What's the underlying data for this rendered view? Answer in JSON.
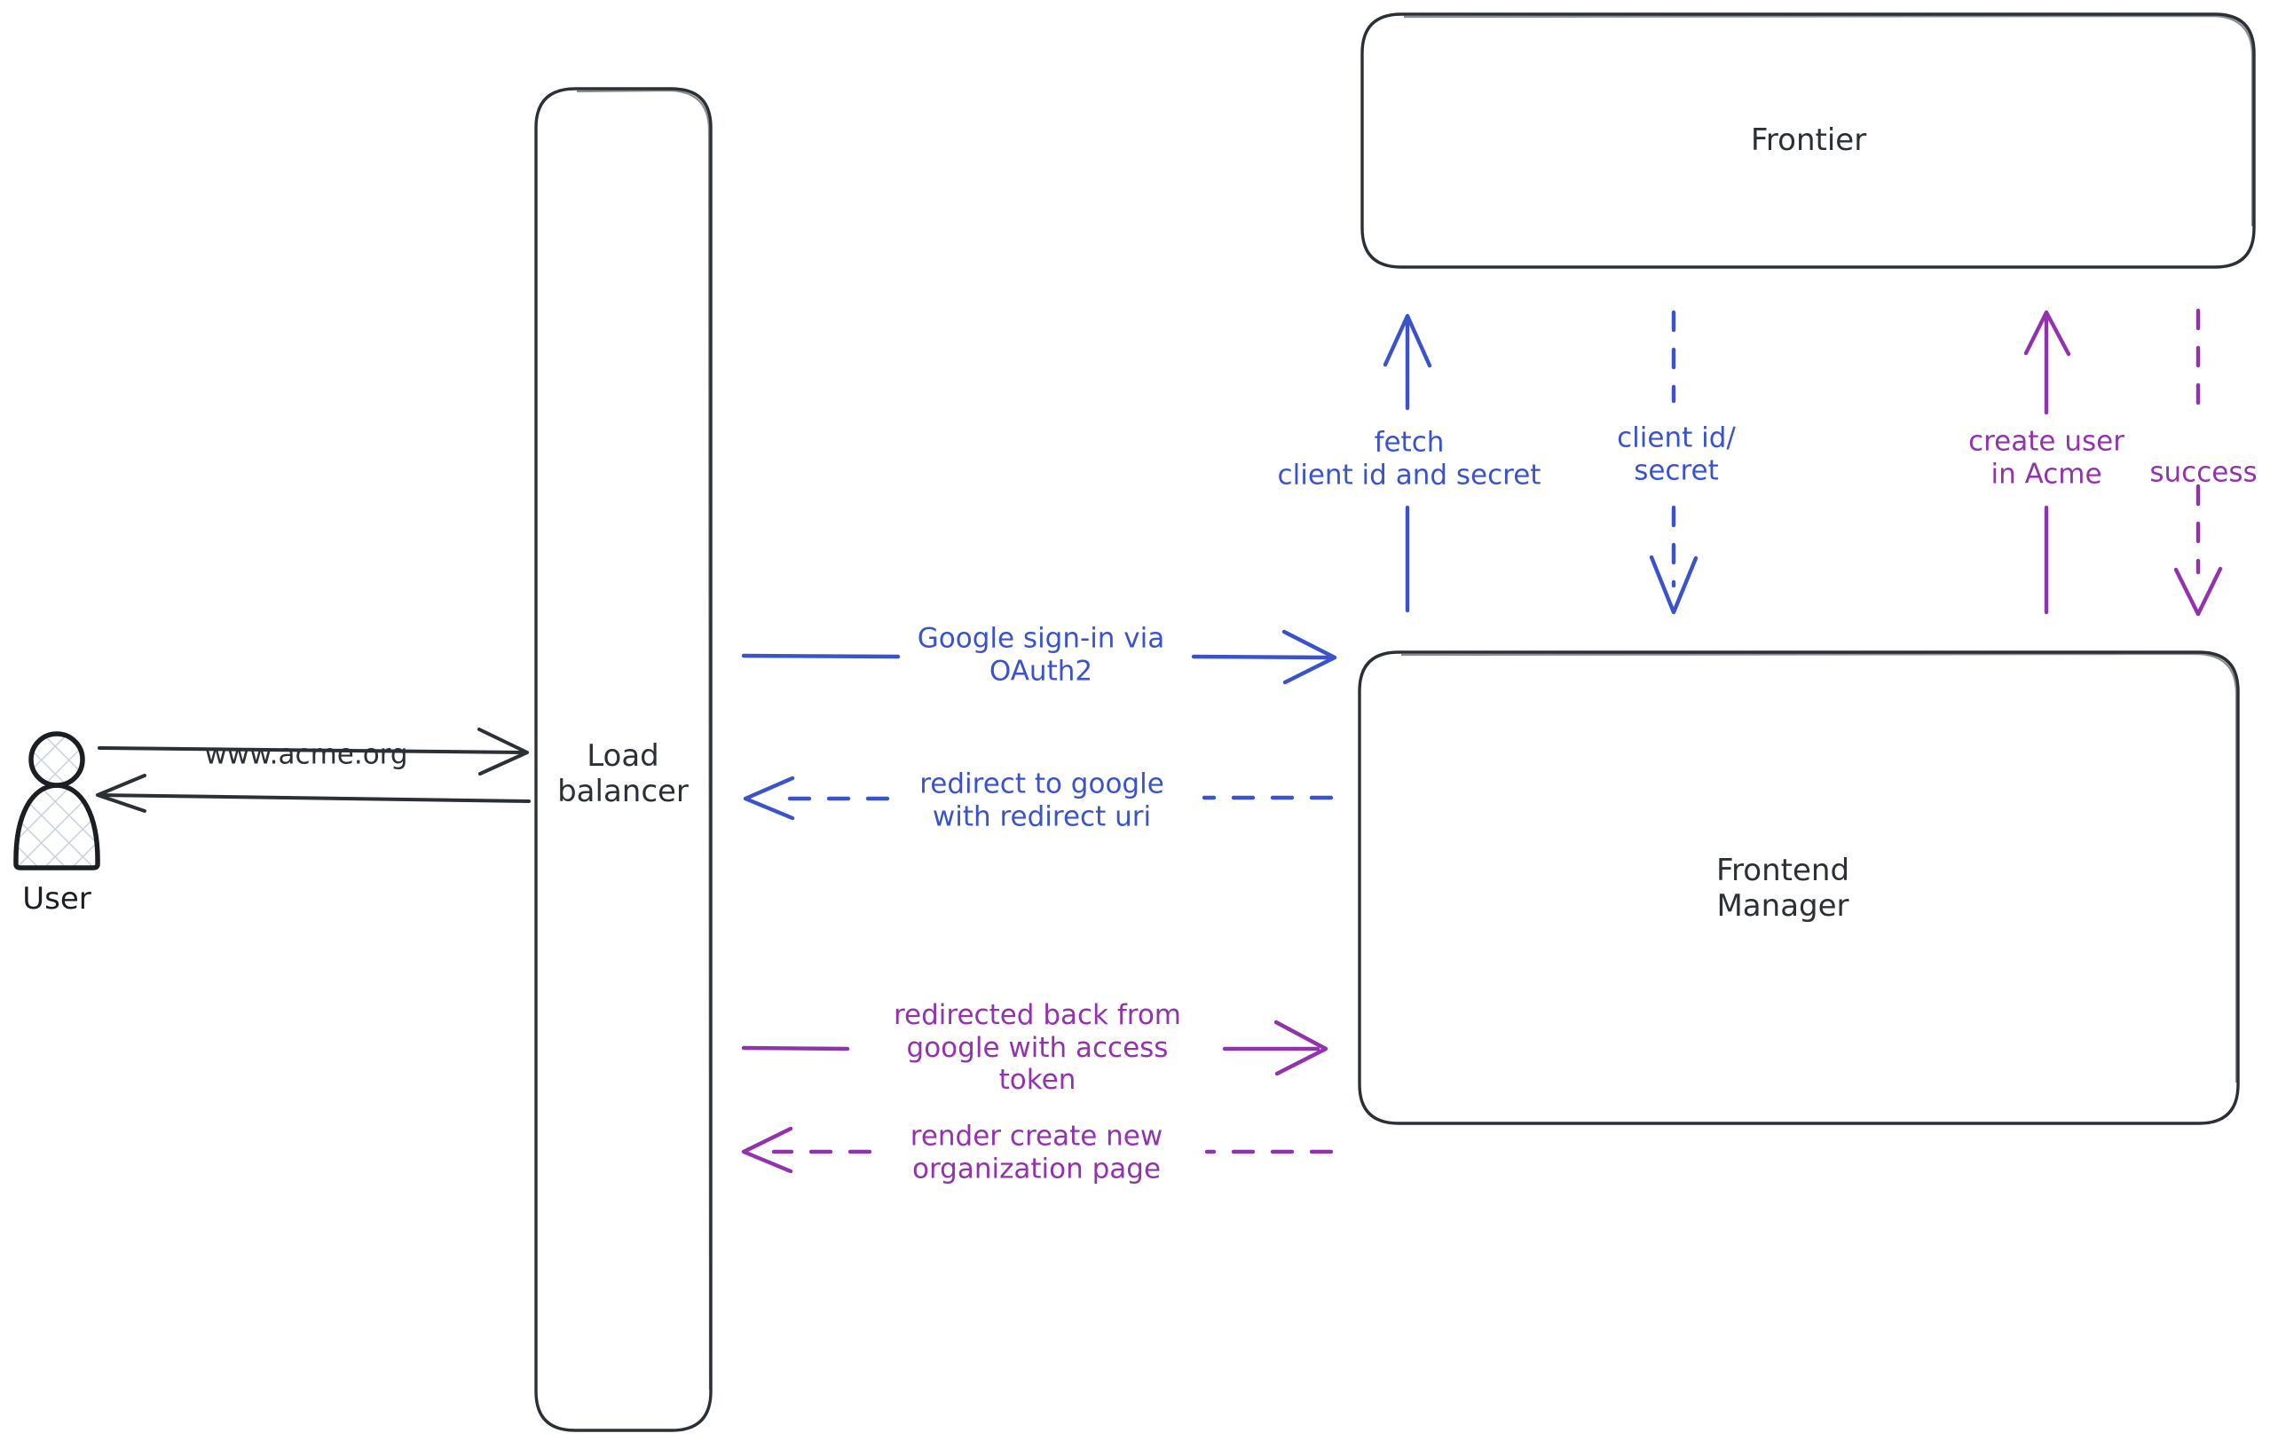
{
  "diagram": {
    "title": "Google OAuth2 sign-in sequence",
    "background": "#ffffff",
    "colors": {
      "stroke_dark": "#2b2f36",
      "blue": "#3a53cc",
      "purple": "#9233ad",
      "actor_hatch": "#c9d1dc"
    }
  },
  "actors": {
    "user": {
      "label": "User",
      "icon": "person-icon"
    }
  },
  "nodes": {
    "load_balancer": {
      "label": "Load\nbalancer"
    },
    "frontier": {
      "label": "Frontier"
    },
    "frontend_manager": {
      "label": "Frontend\nManager"
    }
  },
  "edges": {
    "user_to_lb": {
      "label": "www.acme.org",
      "color": "#2b2f36",
      "style": "solid",
      "direction": "right"
    },
    "lb_to_user": {
      "label": "",
      "color": "#2b2f36",
      "style": "solid",
      "direction": "left"
    },
    "lb_to_fm_signin": {
      "label": "Google sign-in via\nOAuth2",
      "color": "#3a53cc",
      "style": "solid",
      "direction": "right"
    },
    "fm_to_lb_redirect": {
      "label": "redirect to google\nwith redirect uri",
      "color": "#3a53cc",
      "style": "dashed",
      "direction": "left"
    },
    "lb_to_fm_token": {
      "label": "redirected back from\ngoogle with access\ntoken",
      "color": "#9233ad",
      "style": "solid",
      "direction": "right"
    },
    "fm_to_lb_render": {
      "label": "render create new\norganization page",
      "color": "#9233ad",
      "style": "dashed",
      "direction": "left"
    },
    "fm_to_frontier_fetch": {
      "label": "fetch\nclient id and secret",
      "color": "#3a53cc",
      "style": "solid",
      "direction": "up"
    },
    "frontier_to_fm_creds": {
      "label": "client id/\nsecret",
      "color": "#3a53cc",
      "style": "dashed",
      "direction": "down"
    },
    "fm_to_frontier_create": {
      "label": "create user\nin Acme",
      "color": "#9233ad",
      "style": "solid",
      "direction": "up"
    },
    "frontier_to_fm_success": {
      "label": "success",
      "color": "#9233ad",
      "style": "dashed",
      "direction": "down"
    }
  }
}
